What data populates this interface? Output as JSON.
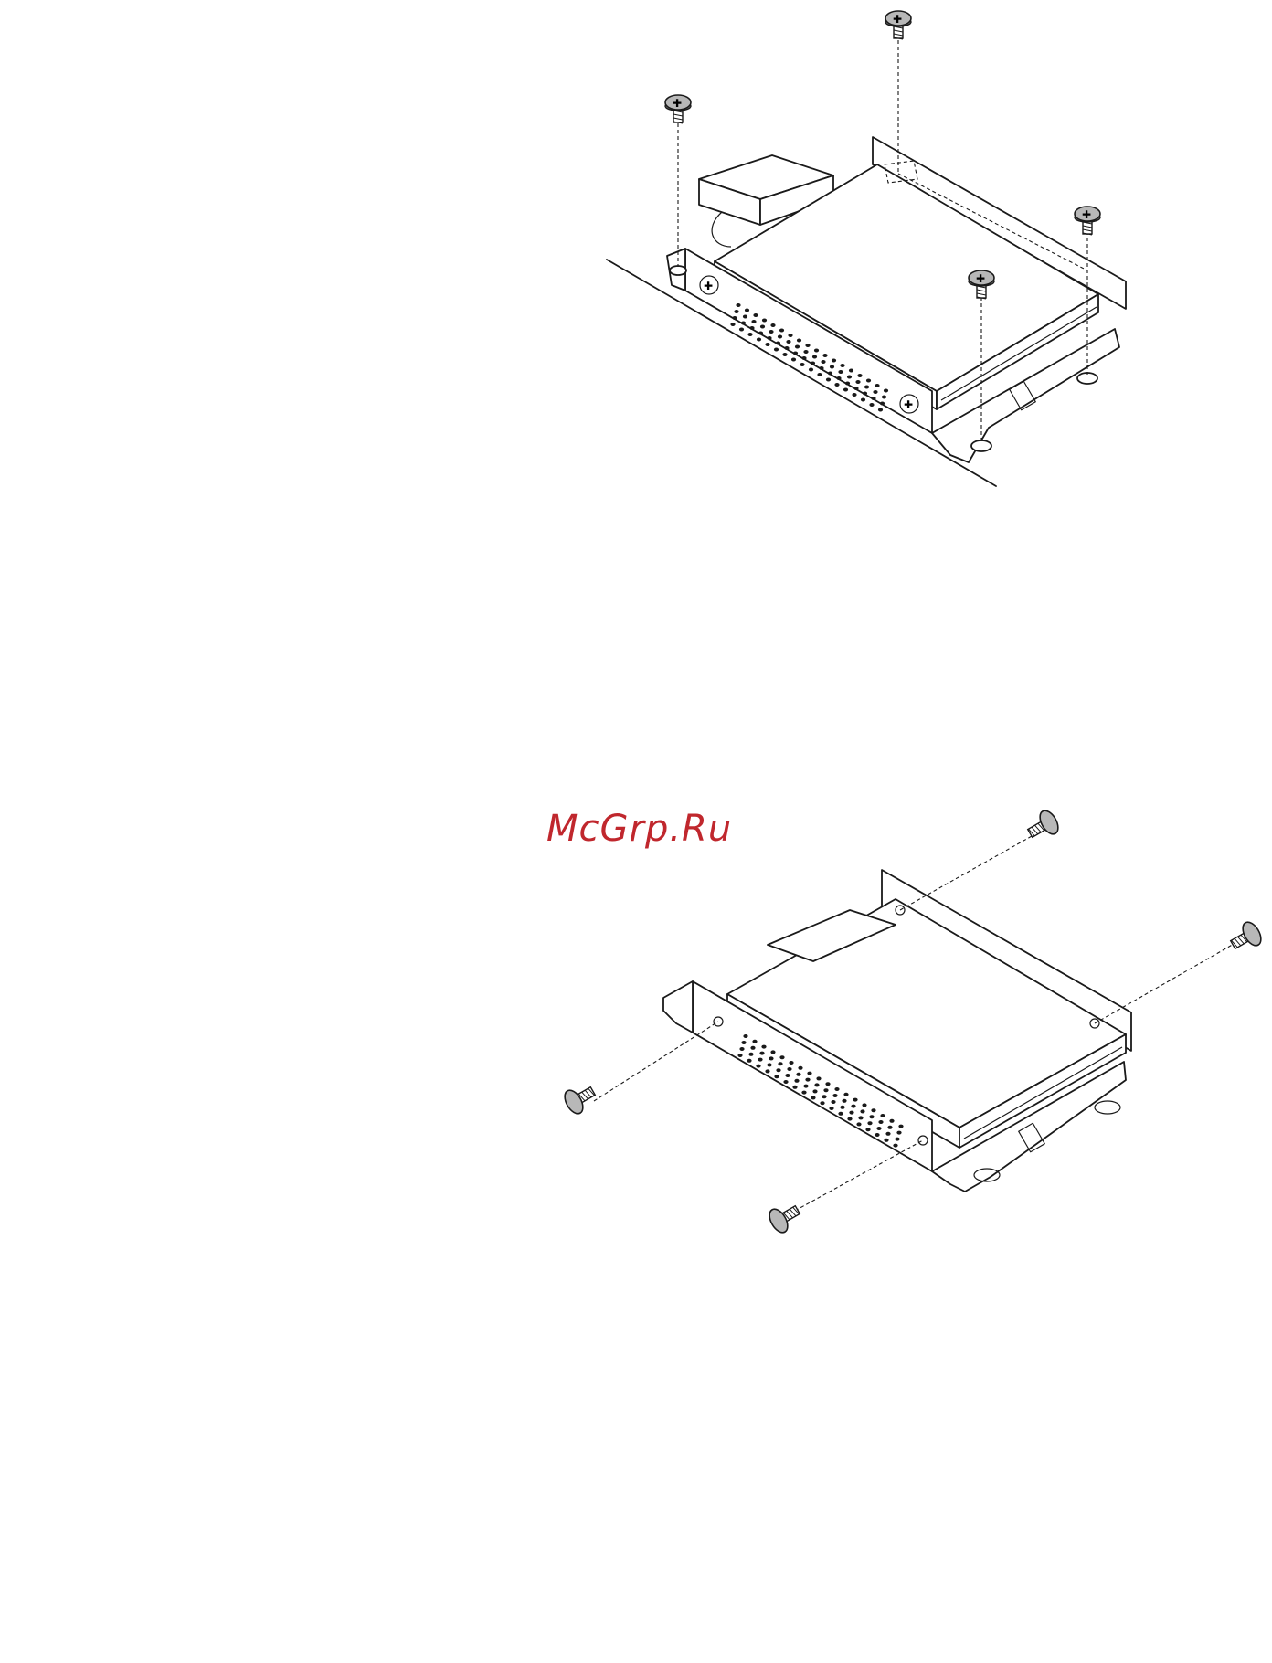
{
  "watermark": {
    "text": "McGrp.Ru",
    "color": "#c0272d"
  },
  "figures": [
    {
      "name": "drive-bracket-top-screws",
      "screw_count": 4,
      "screw_direction": "vertical"
    },
    {
      "name": "drive-bracket-side-screws",
      "screw_count": 4,
      "screw_direction": "side"
    }
  ],
  "colors": {
    "line": "#1a1a1a",
    "screw_head": "#b8b8b8",
    "background": "#ffffff"
  }
}
